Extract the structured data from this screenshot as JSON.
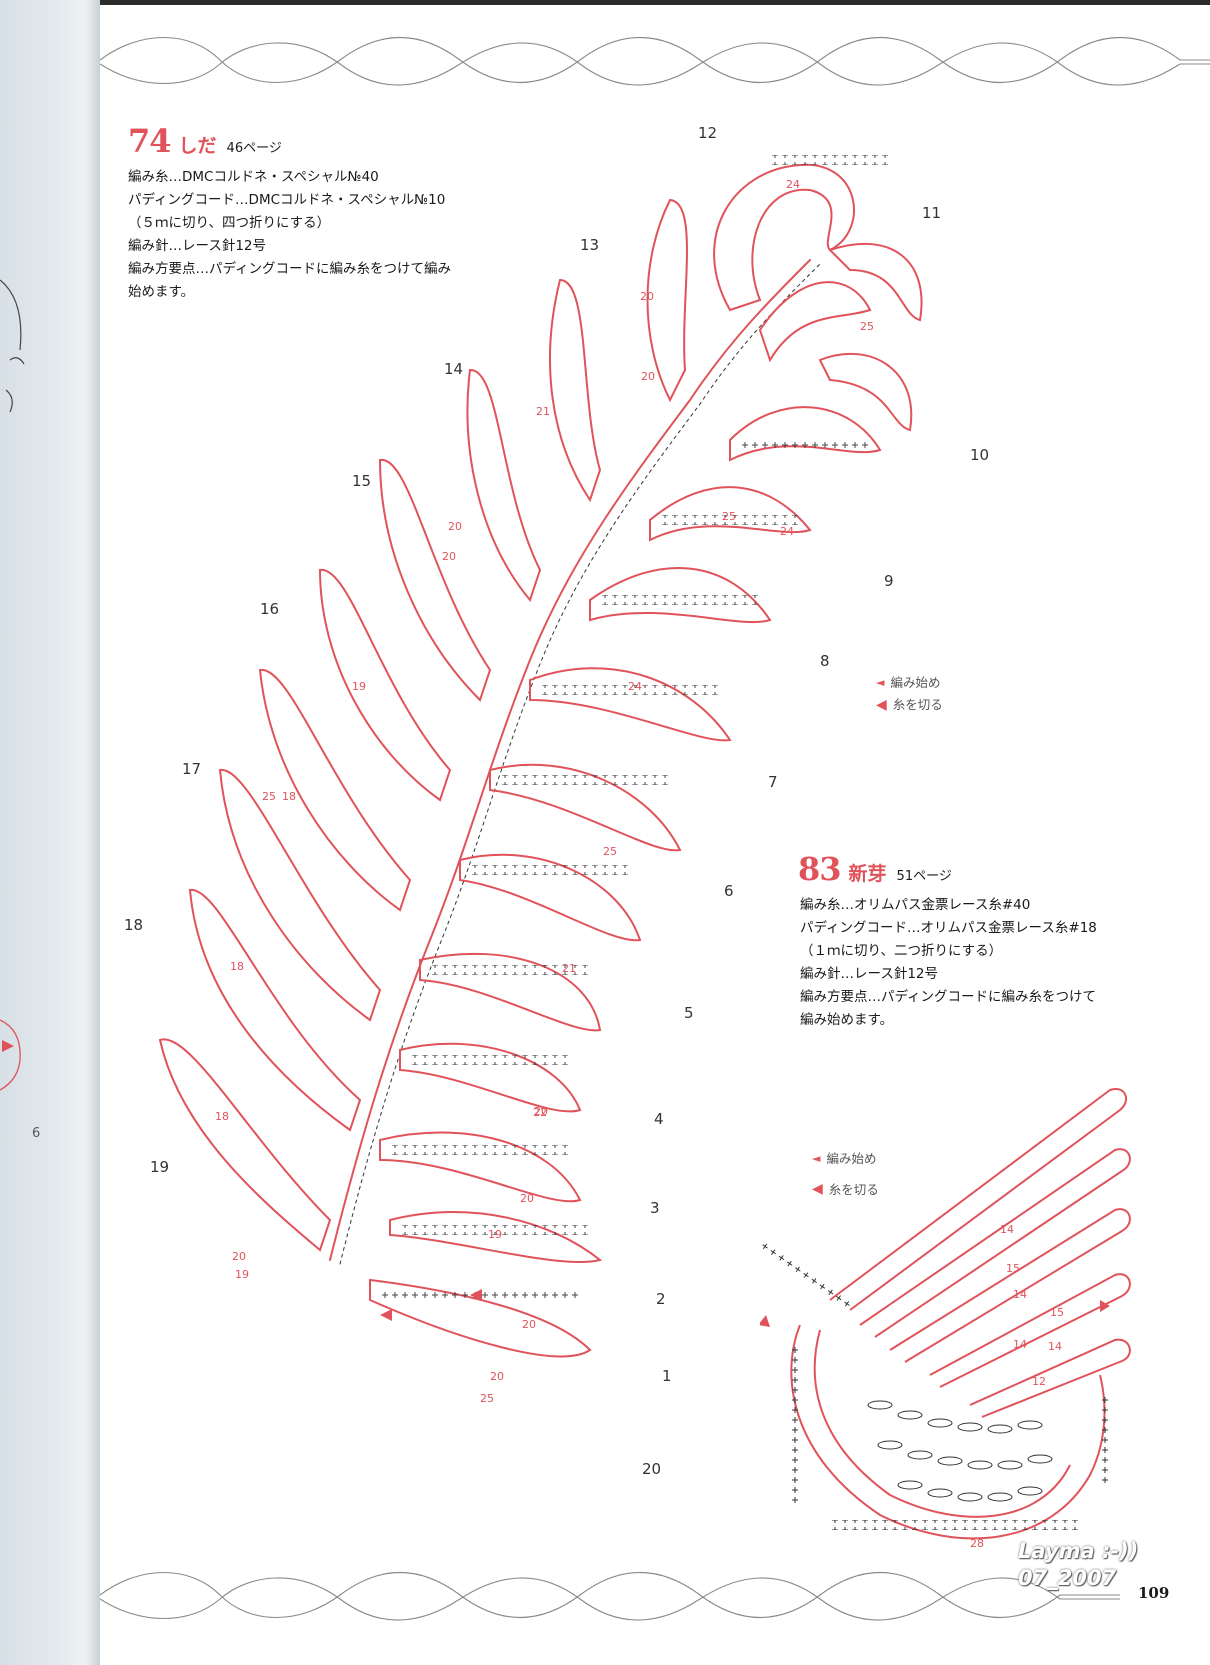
{
  "pattern_74": {
    "number": "74",
    "name": "しだ",
    "page_ref": "46ページ",
    "spec_lines": [
      "編み糸…DMCコルドネ・スペシャル№40",
      "パディングコード…DMCコルドネ・スペシャル№10",
      "（５ｍに切り、四つ折りにする）",
      "編み針…レース針12号",
      "編み方要点…パディングコードに編み糸をつけて編み",
      "始めます。"
    ],
    "row_numbers": [
      "1",
      "2",
      "3",
      "4",
      "5",
      "6",
      "7",
      "8",
      "9",
      "10",
      "11",
      "12",
      "13",
      "14",
      "15",
      "16",
      "17",
      "18",
      "19",
      "20"
    ],
    "stitch_counts": [
      "20",
      "19",
      "20",
      "22",
      "21",
      "25",
      "24",
      "25",
      "24",
      "25",
      "24",
      "20",
      "20",
      "21",
      "20",
      "20",
      "19",
      "18",
      "18",
      "18",
      "20",
      "19",
      "20",
      "20",
      "25",
      "25"
    ]
  },
  "pattern_83": {
    "number": "83",
    "name": "新芽",
    "page_ref": "51ページ",
    "spec_lines": [
      "編み糸…オリムパス金票レース糸#40",
      "パディングコード…オリムパス金票レース糸#18",
      "（１ｍに切り、二つ折りにする）",
      "編み針…レース針12号",
      "編み方要点…パディングコードに編み糸をつけて",
      "編み始めます。"
    ],
    "stitch_counts": [
      "14",
      "15",
      "14",
      "15",
      "14",
      "14",
      "12",
      "28"
    ]
  },
  "legend_74": {
    "start": "編み始め",
    "cut": "糸を切る"
  },
  "legend_83": {
    "start": "編み始め",
    "cut": "糸を切る"
  },
  "left_page": {
    "row_label": "6"
  },
  "watermark": {
    "line1": "Layma :-))",
    "line2": "07_2007"
  },
  "folio": "109",
  "colors": {
    "accent": "#e0535a",
    "text": "#1a1a1a",
    "stitch": "#333333",
    "binding": "#dfe6ea"
  }
}
